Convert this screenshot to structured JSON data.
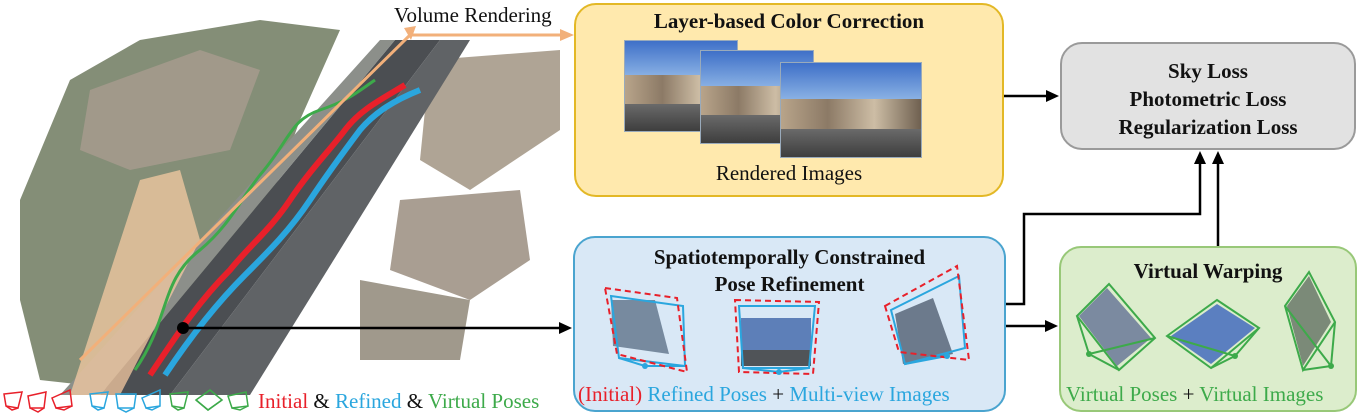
{
  "labels": {
    "volume_rendering": "Volume Rendering",
    "color_correction_title": "Layer-based Color Correction",
    "rendered_images": "Rendered Images",
    "loss_1": "Sky Loss",
    "loss_2": "Photometric Loss",
    "loss_3": "Regularization Loss",
    "pose_title_line1": "Spatiotemporally Constrained",
    "pose_title_line2": "Pose Refinement",
    "pose_caption_initial": "(Initial)",
    "pose_caption_refined": "Refined Poses",
    "pose_caption_plus": "+",
    "pose_caption_multiview": "Multi-view Images",
    "warp_title": "Virtual Warping",
    "warp_caption_poses": "Virtual Poses",
    "warp_caption_plus": "+",
    "warp_caption_images": "Virtual Images",
    "legend_initial": "Initial",
    "legend_amp1": "&",
    "legend_refined": "Refined",
    "legend_amp2": "&",
    "legend_virtual": "Virtual Poses"
  },
  "colors": {
    "initial": "#e8202a",
    "refined": "#2aa6de",
    "virtual": "#3daa4a",
    "volume_arrow": "#f2b07a",
    "arrow": "#000000",
    "color_box_fill": "#ffe9ad",
    "loss_box_fill": "#e2e2e2",
    "pose_box_fill": "#d9e8f6",
    "warp_box_fill": "#dcedcc"
  }
}
